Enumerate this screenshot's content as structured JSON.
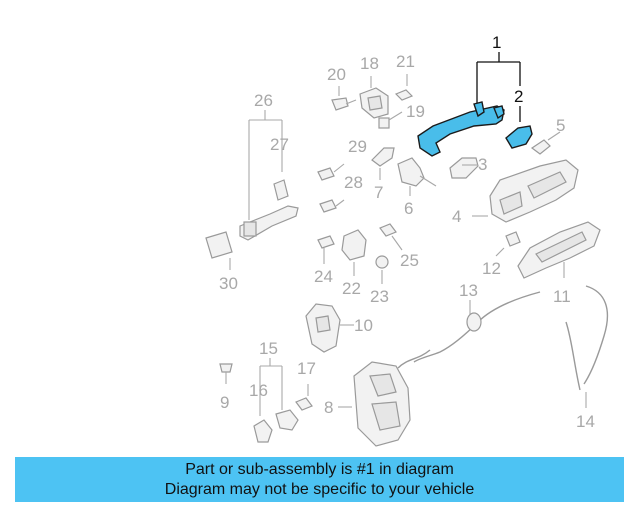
{
  "diagram": {
    "callouts": [
      "1",
      "2",
      "3",
      "4",
      "5",
      "6",
      "7",
      "8",
      "9",
      "10",
      "11",
      "12",
      "13",
      "14",
      "15",
      "16",
      "17",
      "18",
      "19",
      "20",
      "21",
      "22",
      "23",
      "24",
      "25",
      "26",
      "27",
      "28",
      "29",
      "30"
    ],
    "highlighted_part": "1",
    "accent_color": "#49bdea"
  },
  "banner": {
    "line1": "Part or sub-assembly is #1 in diagram",
    "line2": "Diagram may not be specific to your vehicle",
    "background_color": "#4dc3f3"
  }
}
